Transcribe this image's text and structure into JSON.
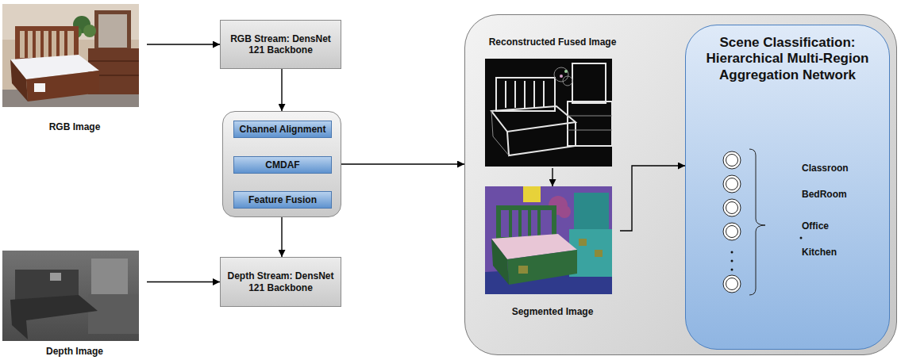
{
  "diagram": {
    "nodes": [
      {
        "text": [
          "RGB Image"
        ]
      },
      {
        "text": [
          "Depth Image"
        ]
      },
      {
        "text": [
          "RGB Stream: DensNet 121 Backbone"
        ]
      },
      {
        "text": []
      },
      {
        "text": [
          "Channel Alignment"
        ],
        "in": 3
      },
      {
        "text": [
          "CMDAF"
        ],
        "in": 3
      },
      {
        "text": [
          "Feature Fusion"
        ],
        "in": 3
      },
      {
        "text": [
          "Depth Stream: DensNet 121 Backbone"
        ]
      },
      {
        "text": []
      },
      {
        "text": [
          "Reconstructed Fused Image"
        ],
        "in": 8
      },
      {
        "text": [
          "Segmented Image"
        ],
        "in": 8
      },
      {
        "text": [
          "Scene Classification: Hierarchical Multi-Region Aggregation Network"
        ],
        "in": 8
      }
    ],
    "edges": [
      {
        "from": 0,
        "to": 2,
        "arrow": "to"
      },
      {
        "from": 2,
        "to": 3,
        "arrow": "to"
      },
      {
        "from": 3,
        "to": 7,
        "arrow": "to"
      },
      {
        "from": 1,
        "to": 7,
        "arrow": "to"
      },
      {
        "from": 3,
        "to": 8,
        "arrow": "to"
      },
      {
        "from": 9,
        "to": 10,
        "arrow": "to"
      },
      {
        "from": 10,
        "to": 11,
        "arrow": "to"
      }
    ],
    "labels": [
      "Classroon",
      "BedRoom",
      "Office",
      "Kitchen"
    ]
  }
}
